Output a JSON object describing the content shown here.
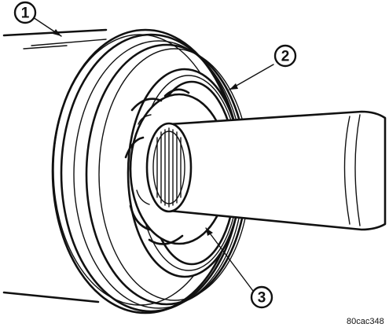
{
  "callouts": [
    {
      "number": "1"
    },
    {
      "number": "2"
    },
    {
      "number": "3"
    }
  ],
  "reference_code": "80cac348"
}
